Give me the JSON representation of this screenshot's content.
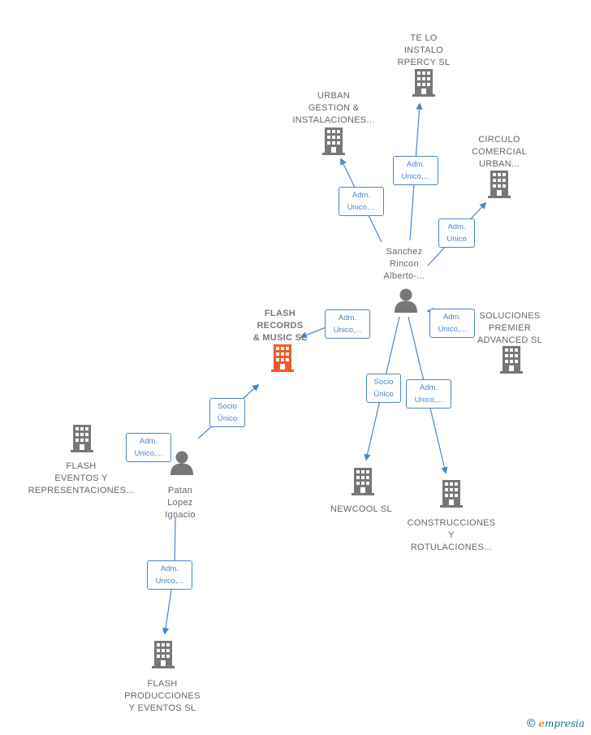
{
  "nodes": {
    "te_lo_instalo": {
      "label": "TE LO\nINSTALO\nRPERCY  SL",
      "kind": "company"
    },
    "urban_gestion": {
      "label": "URBAN\nGESTION &\nINSTALACIONES...",
      "kind": "company"
    },
    "circulo_comercial": {
      "label": "CIRCULO\nCOMERCIAL\nURBAN...",
      "kind": "company"
    },
    "sanchez_rincon": {
      "label": "Sanchez\nRincon\nAlberto-...",
      "kind": "person"
    },
    "flash_records": {
      "label": "FLASH\nRECORDS\n& MUSIC  SL",
      "kind": "focus"
    },
    "soluciones_premier": {
      "label": "SOLUCIONES\nPREMIER\nADVANCED  SL",
      "kind": "company"
    },
    "flash_eventos": {
      "label": "FLASH\nEVENTOS Y\nREPRESENTACIONES...",
      "kind": "company"
    },
    "patan_lopez": {
      "label": "Patan\nLopez\nIgnacio",
      "kind": "person"
    },
    "newcool": {
      "label": "NEWCOOL SL",
      "kind": "company"
    },
    "construcciones": {
      "label": "CONSTRUCCIONES\nY\nROTULACIONES...",
      "kind": "company"
    },
    "flash_producciones": {
      "label": "FLASH\nPRODUCCIONES\nY EVENTOS  SL",
      "kind": "company"
    }
  },
  "edges": [
    {
      "id": "e1",
      "label": "Adm.\nUnico,..."
    },
    {
      "id": "e2",
      "label": "Adm.\nUnico,..."
    },
    {
      "id": "e3",
      "label": "Adm.\nUnico"
    },
    {
      "id": "e4",
      "label": "Adm.\nUnico,..."
    },
    {
      "id": "e5",
      "label": "Adm.\nUnico,..."
    },
    {
      "id": "e6",
      "label": "Socio\nÚnico"
    },
    {
      "id": "e7",
      "label": "Adm.\nUnico,..."
    },
    {
      "id": "e8",
      "label": "Socio\nÚnico"
    },
    {
      "id": "e9",
      "label": "Adm.\nUnico,..."
    },
    {
      "id": "e10",
      "label": "Adm.\nUnico,..."
    }
  ],
  "colors": {
    "company": "#777777",
    "focus": "#f05a28",
    "person": "#777777",
    "edge": "#4a86c8"
  },
  "brand": {
    "copyright": "©",
    "initial": "e",
    "name": "mpresia"
  }
}
